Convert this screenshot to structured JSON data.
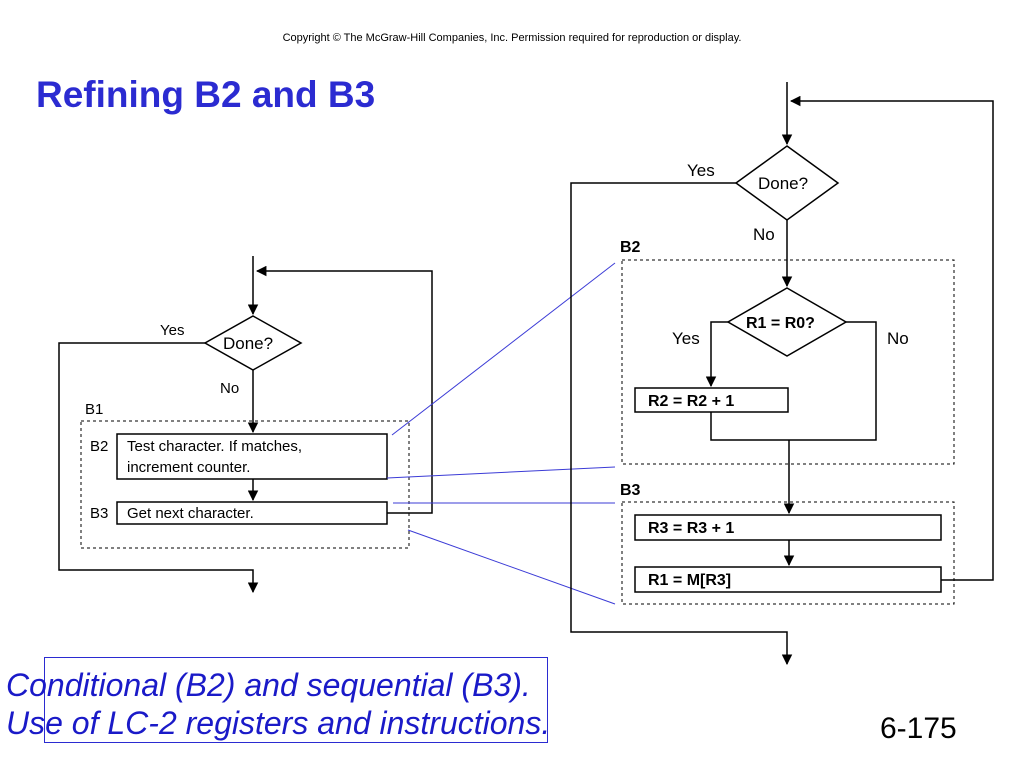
{
  "header": {
    "copyright": "Copyright © The McGraw-Hill Companies, Inc.  Permission required for reproduction or display.",
    "title": "Refining B2 and B3"
  },
  "left_flowchart": {
    "decision": "Done?",
    "yes": "Yes",
    "no": "No",
    "block_b1": "B1",
    "block_b2_label": "B2",
    "b2_line1": "Test character.  If matches,",
    "b2_line2": "increment counter.",
    "block_b3_label": "B3",
    "b3_text": "Get next character."
  },
  "right_flowchart": {
    "decision": "Done?",
    "yes": "Yes",
    "no": "No",
    "b2_label": "B2",
    "inner_decision": "R1 = R0?",
    "inner_yes": "Yes",
    "inner_no": "No",
    "r2_box": "R2 = R2 + 1",
    "b3_label": "B3",
    "r3_box": "R3 = R3 + 1",
    "r1_box": "R1 = M[R3]"
  },
  "footer": {
    "caption_line1": "Conditional (B2) and sequential (B3).",
    "caption_line2": "Use of LC-2 registers and instructions.",
    "page_number": "6-175"
  },
  "colors": {
    "title": "#2b2bd1",
    "caption": "#1a1ac8",
    "connector_lines": "#3b3bd6"
  }
}
